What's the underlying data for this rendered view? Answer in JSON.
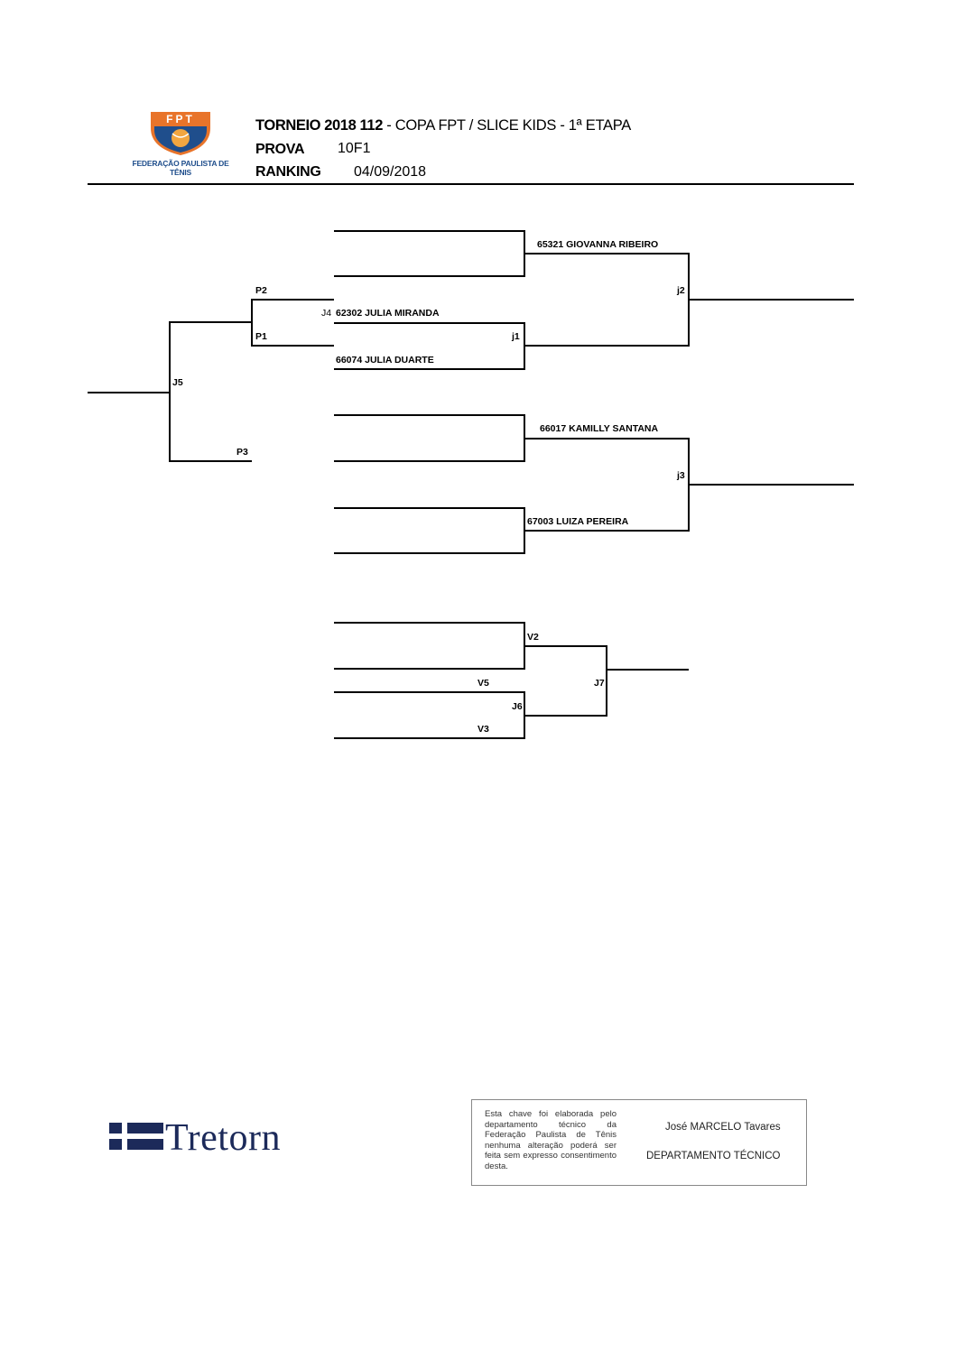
{
  "header": {
    "logo_text": "FEDERAÇÃO PAULISTA DE TÊNIS",
    "logo_letters": "FPT",
    "title_bold": "TORNEIO 2018 112",
    "title_rest": " - COPA FPT / SLICE KIDS - 1ª ETAPA",
    "prova_label": "PROVA",
    "prova_value": "10F1",
    "ranking_label": "RANKING",
    "ranking_value": "04/09/2018"
  },
  "bracket": {
    "players": {
      "giovanna": "65321 GIOVANNA RIBEIRO",
      "julia_miranda": "62302 JULIA MIRANDA",
      "julia_duarte": "66074 JULIA DUARTE",
      "kamilly": "66017 KAMILLY SANTANA",
      "luiza": "67003 LUIZA PEREIRA"
    },
    "match_labels": {
      "j1": "j1",
      "j2": "j2",
      "j3": "j3",
      "j4": "J4",
      "j5": "J5",
      "j6": "J6",
      "j7": "J7",
      "p1": "P1",
      "p2": "P2",
      "p3": "P3",
      "v2": "V2",
      "v3": "V3",
      "v5": "V5"
    }
  },
  "footer": {
    "sponsor": "Tretorn",
    "note": "Esta chave foi elaborada pelo departamento técnico da Federação Paulista de Tênis nenhuma alteração poderá ser feita sem expresso consentimento desta.",
    "signature_name": "José MARCELO Tavares",
    "signature_dept": "DEPARTAMENTO TÉCNICO"
  },
  "colors": {
    "logo_orange": "#e8742a",
    "logo_blue": "#1f4e8c",
    "tretorn_navy": "#1c2a5a"
  }
}
